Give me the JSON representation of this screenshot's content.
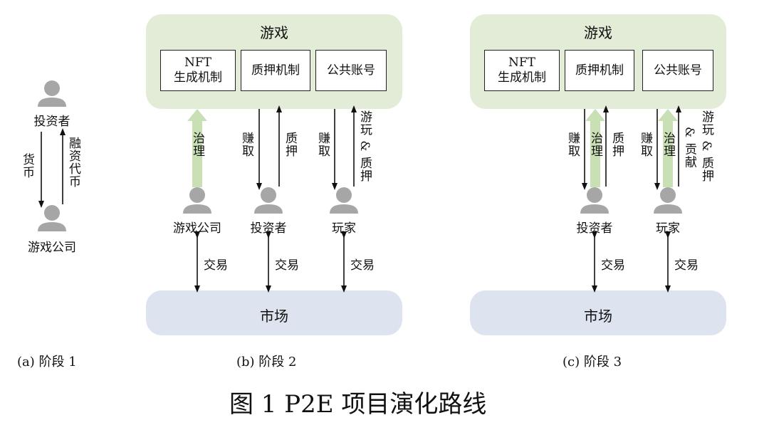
{
  "colors": {
    "game_bg": "#e2ecd6",
    "market_bg": "#dde3ef",
    "person": "#a6a6a6",
    "governance_arrow": "#c9dfb4"
  },
  "panel_a": {
    "investor": "投资者",
    "money": "货币",
    "token": "融资代币",
    "company": "游戏公司",
    "caption": "(a) 阶段 1"
  },
  "panel_b": {
    "game_title": "游戏",
    "box_nft_line1": "NFT",
    "box_nft_line2": "生成机制",
    "box_stake": "质押机制",
    "box_public": "公共账号",
    "governance": "治理",
    "earn1": "赚取",
    "stake1": "质押",
    "earn2": "赚取",
    "play_stake": "游玩 & 质押",
    "company": "游戏公司",
    "investor": "投资者",
    "player": "玩家",
    "trade1": "交易",
    "trade2": "交易",
    "trade3": "交易",
    "market": "市场",
    "caption": "(b) 阶段 2"
  },
  "panel_c": {
    "game_title": "游戏",
    "box_nft_line1": "NFT",
    "box_nft_line2": "生成机制",
    "box_stake": "质押机制",
    "box_public": "公共账号",
    "earn1": "赚取",
    "governance1": "治理",
    "stake1": "质押",
    "earn2": "赚取",
    "governance2": "治理",
    "play_stake": "游玩 & 质押",
    "contribute": "& 贡献",
    "investor": "投资者",
    "player": "玩家",
    "trade1": "交易",
    "trade2": "交易",
    "market": "市场",
    "caption": "(c) 阶段 3"
  },
  "figure_caption": "图 1 P2E 项目演化路线"
}
